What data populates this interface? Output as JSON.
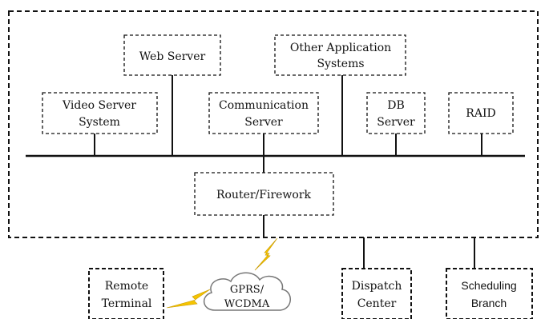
{
  "nodes": {
    "web_server": [
      "Web Server"
    ],
    "other_apps": [
      "Other Application",
      "Systems"
    ],
    "video_server": [
      "Video Server",
      "System"
    ],
    "comm_server": [
      "Communication",
      "Server"
    ],
    "db_server": [
      "DB",
      "Server"
    ],
    "raid": [
      "RAID"
    ],
    "router": [
      "Router/Firework"
    ],
    "remote_terminal": [
      "Remote",
      "Terminal"
    ],
    "cloud": [
      "GPRS/",
      "WCDMA"
    ],
    "dispatch_center": [
      "Dispatch",
      "Center"
    ],
    "scheduling_branch": [
      "Scheduling",
      "Branch"
    ]
  }
}
